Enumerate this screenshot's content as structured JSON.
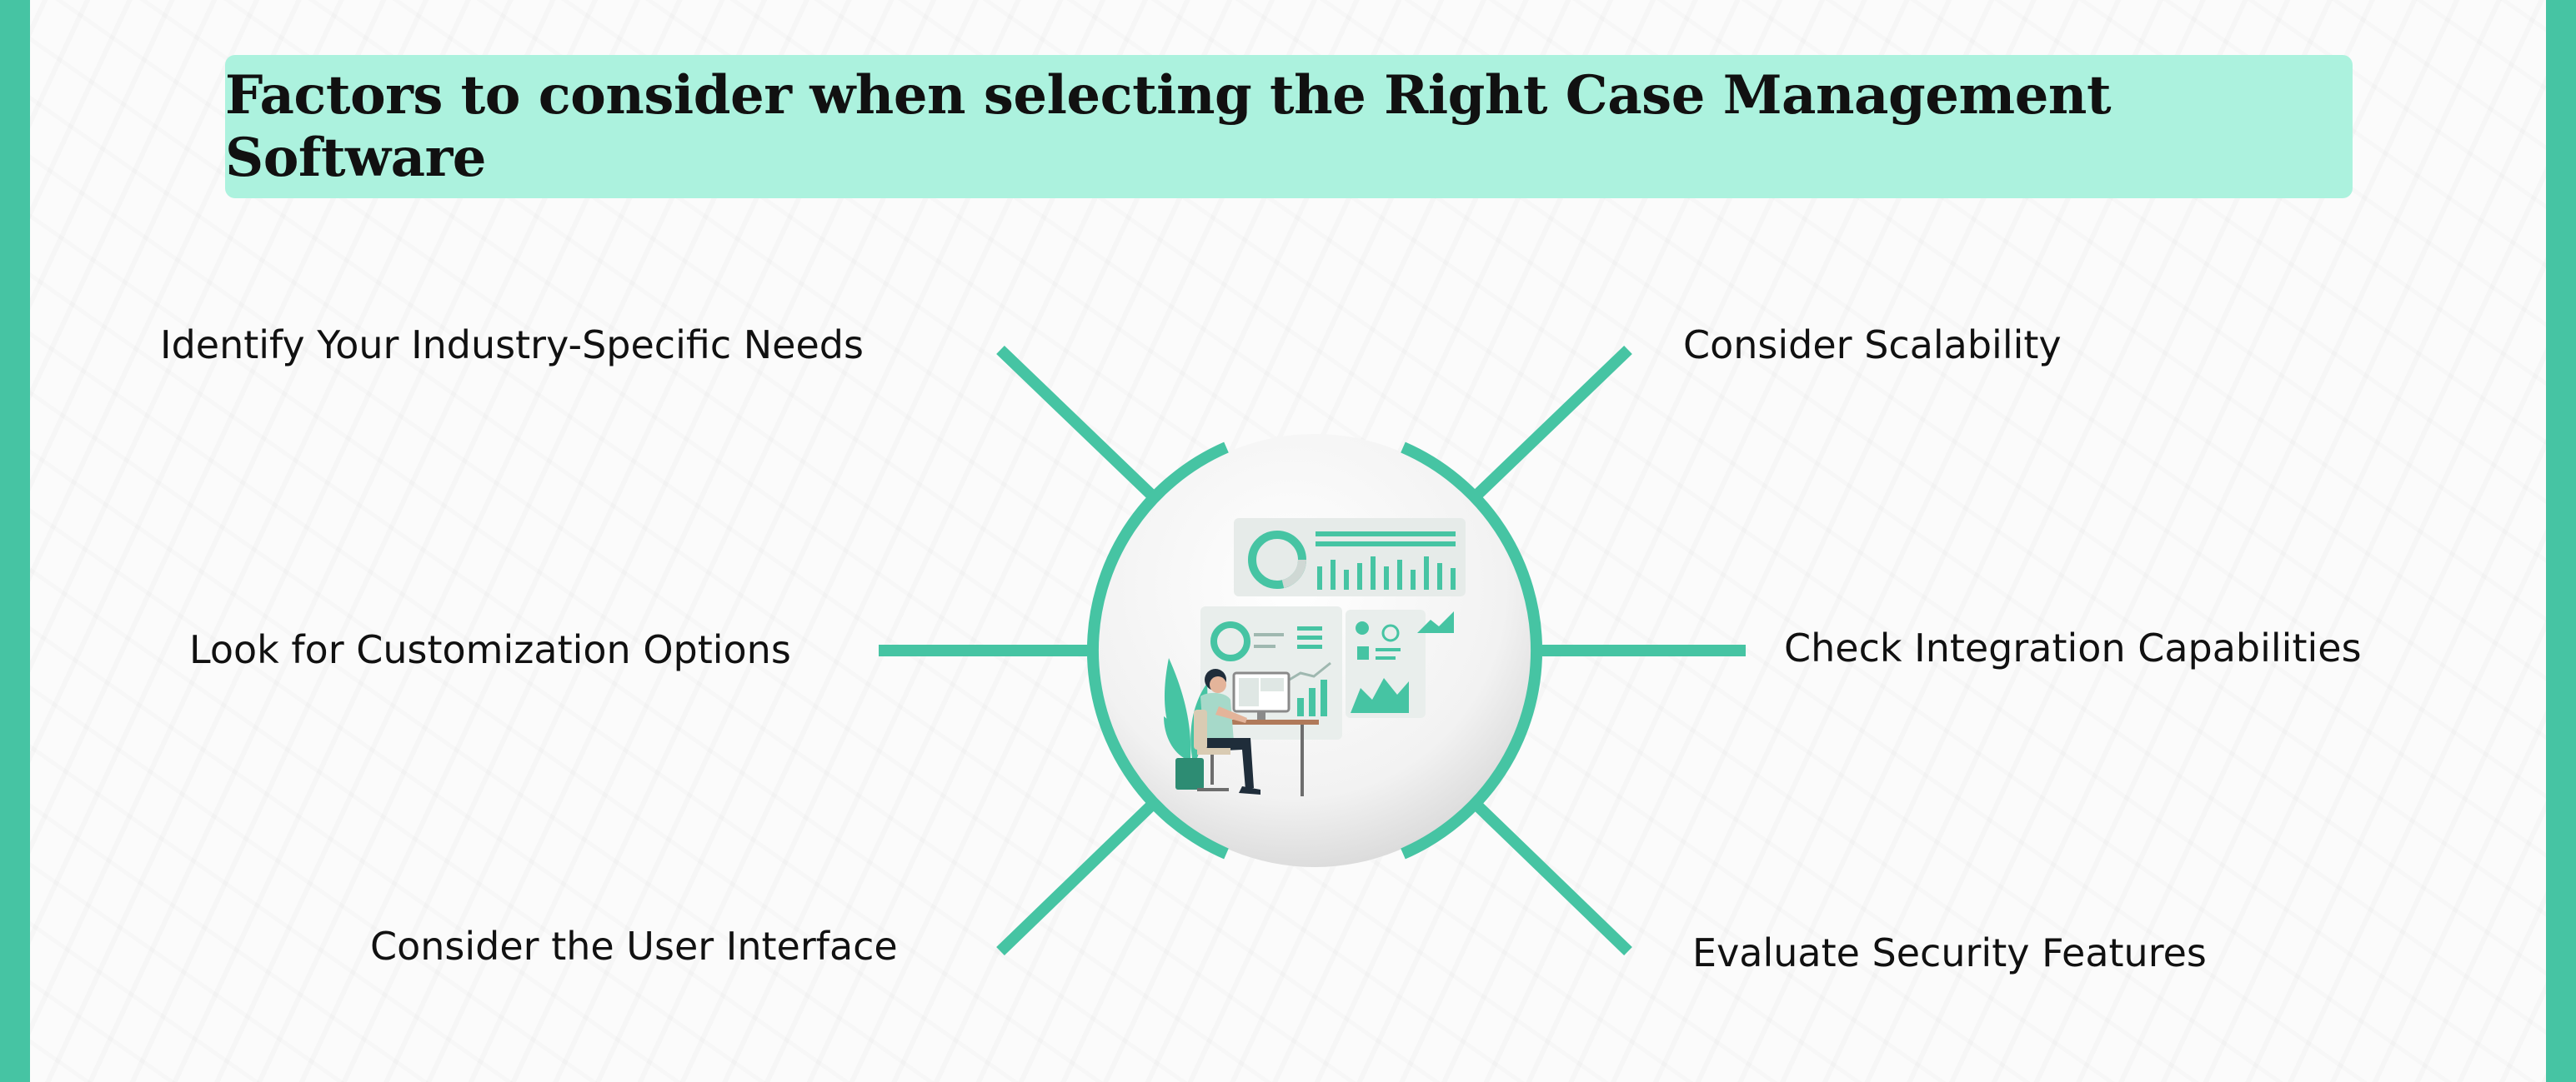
{
  "title": "Factors to consider when selecting the Right Case Management Software",
  "factors": {
    "top_left": "Identify Your Industry-Specific Needs",
    "mid_left": "Look for Customization Options",
    "bottom_left": "Consider the User Interface",
    "top_right": "Consider Scalability",
    "mid_right": "Check Integration Capabilities",
    "bottom_right": "Evaluate Security Features"
  },
  "colors": {
    "accent": "#46c4a3",
    "title_background": "#acf2de",
    "background": "#fbfbfb",
    "text": "#111111"
  },
  "center_image": "person-at-computer-with-dashboard-illustration"
}
